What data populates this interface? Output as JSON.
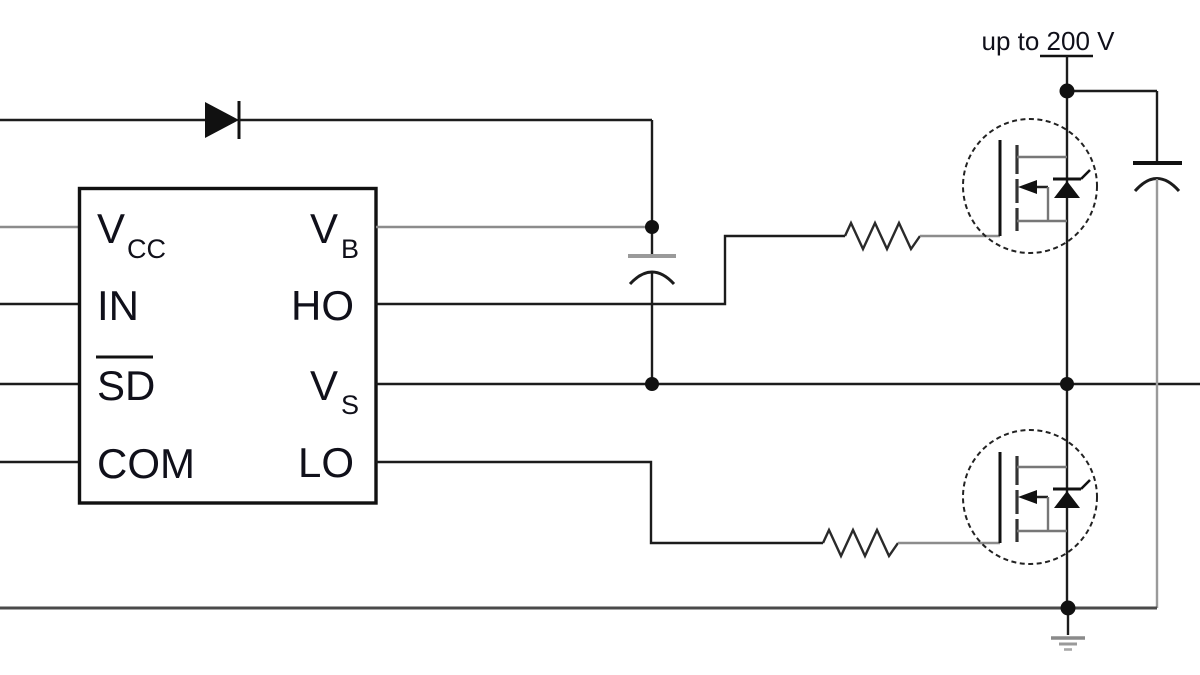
{
  "diagram": {
    "kind": "half-bridge gate driver application schematic",
    "supply": {
      "label": "up to 200 V"
    },
    "ic": {
      "pins": {
        "vcc": {
          "main": "V",
          "sub": "CC"
        },
        "in": {
          "main": "IN"
        },
        "sd": {
          "main": "SD",
          "overline": true
        },
        "com": {
          "main": "COM"
        },
        "vb": {
          "main": "V",
          "sub": "B"
        },
        "ho": {
          "main": "HO"
        },
        "vs": {
          "main": "V",
          "sub": "S"
        },
        "lo": {
          "main": "LO"
        }
      }
    },
    "symbols": {
      "bootstrap_diode": "diode-right-icon",
      "bootstrap_capacitor": "polarized-capacitor-icon",
      "bus_capacitor": "polarized-capacitor-icon",
      "high_side_switch": "nmos-with-body-diode-icon",
      "low_side_switch": "nmos-with-body-diode-icon",
      "gate_resistor_high": "resistor-zigzag-icon",
      "gate_resistor_low": "resistor-zigzag-icon",
      "ground": "earth-ground-icon"
    },
    "colors": {
      "wire": "#1c1c1c",
      "wire_muted": "#8c8c8c",
      "rail": "#4a4a4a",
      "text": "#10101a",
      "background": "#ffffff"
    }
  }
}
